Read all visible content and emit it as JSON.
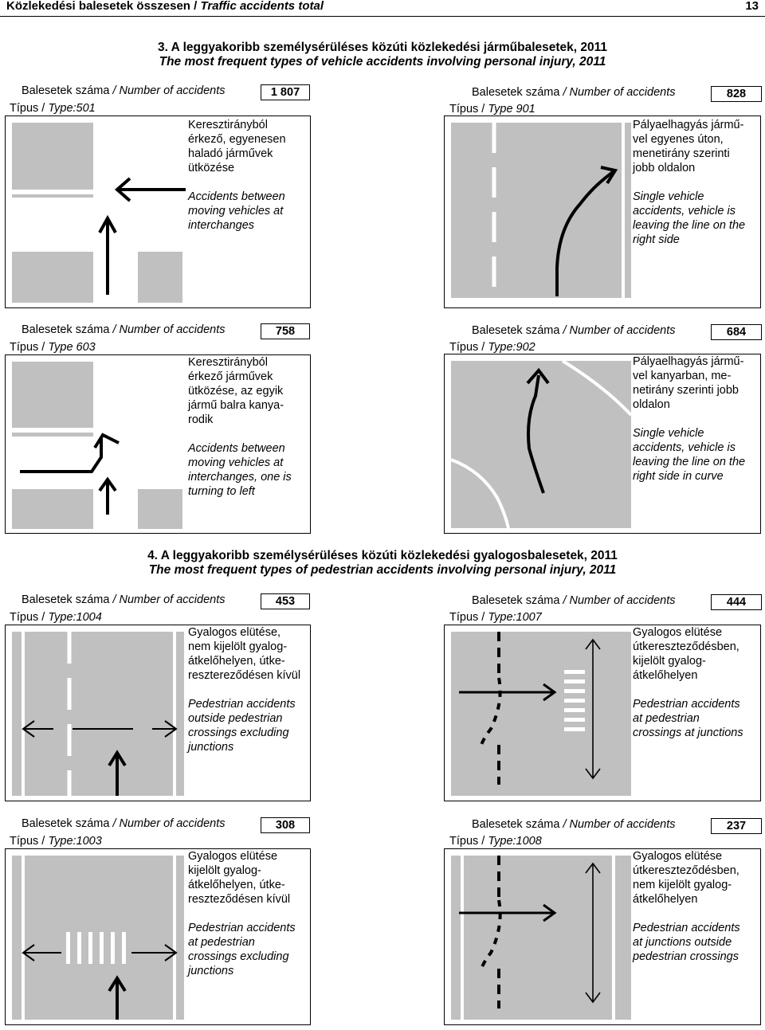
{
  "header": {
    "title_hu": "Közlekedési balesetek összesen",
    "title_sep": " / ",
    "title_en": "Traffic accidents total",
    "page_number": "13"
  },
  "section3": {
    "title_hu": "3. A leggyakoribb személysérüléses közúti közlekedési járműbalesetek, 2011",
    "title_en": "The most frequent types of vehicle accidents involving personal injury, 2011"
  },
  "section4": {
    "title_hu": "4. A leggyakoribb személysérüléses közúti közlekedési gyalogosbalesetek, 2011",
    "title_en": "The most frequent types of pedestrian accidents involving personal injury, 2011"
  },
  "labels": {
    "count_hu": "Balesetek száma",
    "count_en": " / Number of accidents",
    "type_hu": "Típus / "
  },
  "items": [
    {
      "count": "1 807",
      "type_label": "Type:501",
      "desc_hu": "Keresztirányból\nérkező, egyenesen\nhaladó járművek\nütközése",
      "desc_en": "Accidents between\nmoving vehicles at\ninterchanges"
    },
    {
      "count": "828",
      "type_label": "Type 901",
      "desc_hu": "Pályaelhagyás jármű-\nvel egyenes úton,\nmenetirány szerinti\njobb oldalon",
      "desc_en": "Single vehicle\naccidents, vehicle is\nleaving the line on the\nright side"
    },
    {
      "count": "758",
      "type_label": "Type 603",
      "desc_hu": "Keresztirányból\nérkező járművek\nütközése, az egyik\njármű balra kanya-\nrodik",
      "desc_en": "Accidents between\nmoving vehicles at\ninterchanges, one is\nturning to left"
    },
    {
      "count": "684",
      "type_label": "Type:902",
      "desc_hu": "Pályaelhagyás jármű-\nvel kanyarban, me-\nnetirány szerinti jobb\noldalon",
      "desc_en": "Single vehicle\naccidents, vehicle is\nleaving the line on the\nright side in curve"
    },
    {
      "count": "453",
      "type_label": "Type:1004",
      "desc_hu": "Gyalogos elütése,\nnem kijelölt gyalog-\nátkelőhelyen, útke-\nresztereződésen kívül",
      "desc_en": "Pedestrian accidents\noutside pedestrian\ncrossings excluding\njunctions"
    },
    {
      "count": "444",
      "type_label": "Type:1007",
      "desc_hu": "Gyalogos elütése\nútkereszteződésben,\nkijelölt gyalog-\nátkelőhelyen",
      "desc_en": "Pedestrian accidents\nat pedestrian\ncrossings at junctions"
    },
    {
      "count": "308",
      "type_label": "Type:1003",
      "desc_hu": "Gyalogos elütése\nkijelölt gyalog-\nátkelőhelyen, útke-\nreszteződésen kívül",
      "desc_en": "Pedestrian accidents\nat pedestrian\ncrossings excluding\njunctions"
    },
    {
      "count": "237",
      "type_label": "Type:1008",
      "desc_hu": "Gyalogos elütése\nútkereszteződésben,\nnem kijelölt gyalog-\nátkelőhelyen",
      "desc_en": "Pedestrian accidents\nat junctions outside\npedestrian crossings"
    }
  ]
}
